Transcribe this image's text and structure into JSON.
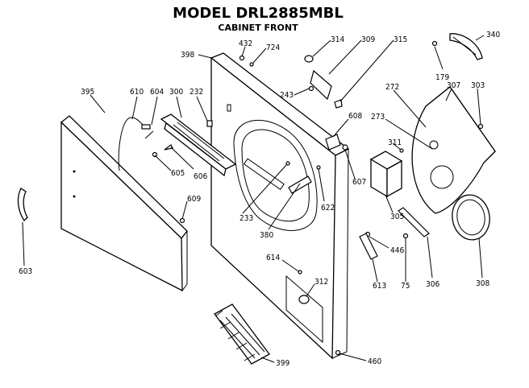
{
  "title": "MODEL DRL2885MBL",
  "subtitle": "CABINET FRONT",
  "parts": [
    "395",
    "610",
    "604",
    "300",
    "232",
    "398",
    "432",
    "724",
    "314",
    "309",
    "315",
    "340",
    "179",
    "303",
    "307",
    "272",
    "243",
    "608",
    "273",
    "311",
    "605",
    "606",
    "609",
    "233",
    "380",
    "622",
    "607",
    "305",
    "446",
    "614",
    "312",
    "613",
    "75",
    "306",
    "308",
    "603",
    "399",
    "460"
  ]
}
